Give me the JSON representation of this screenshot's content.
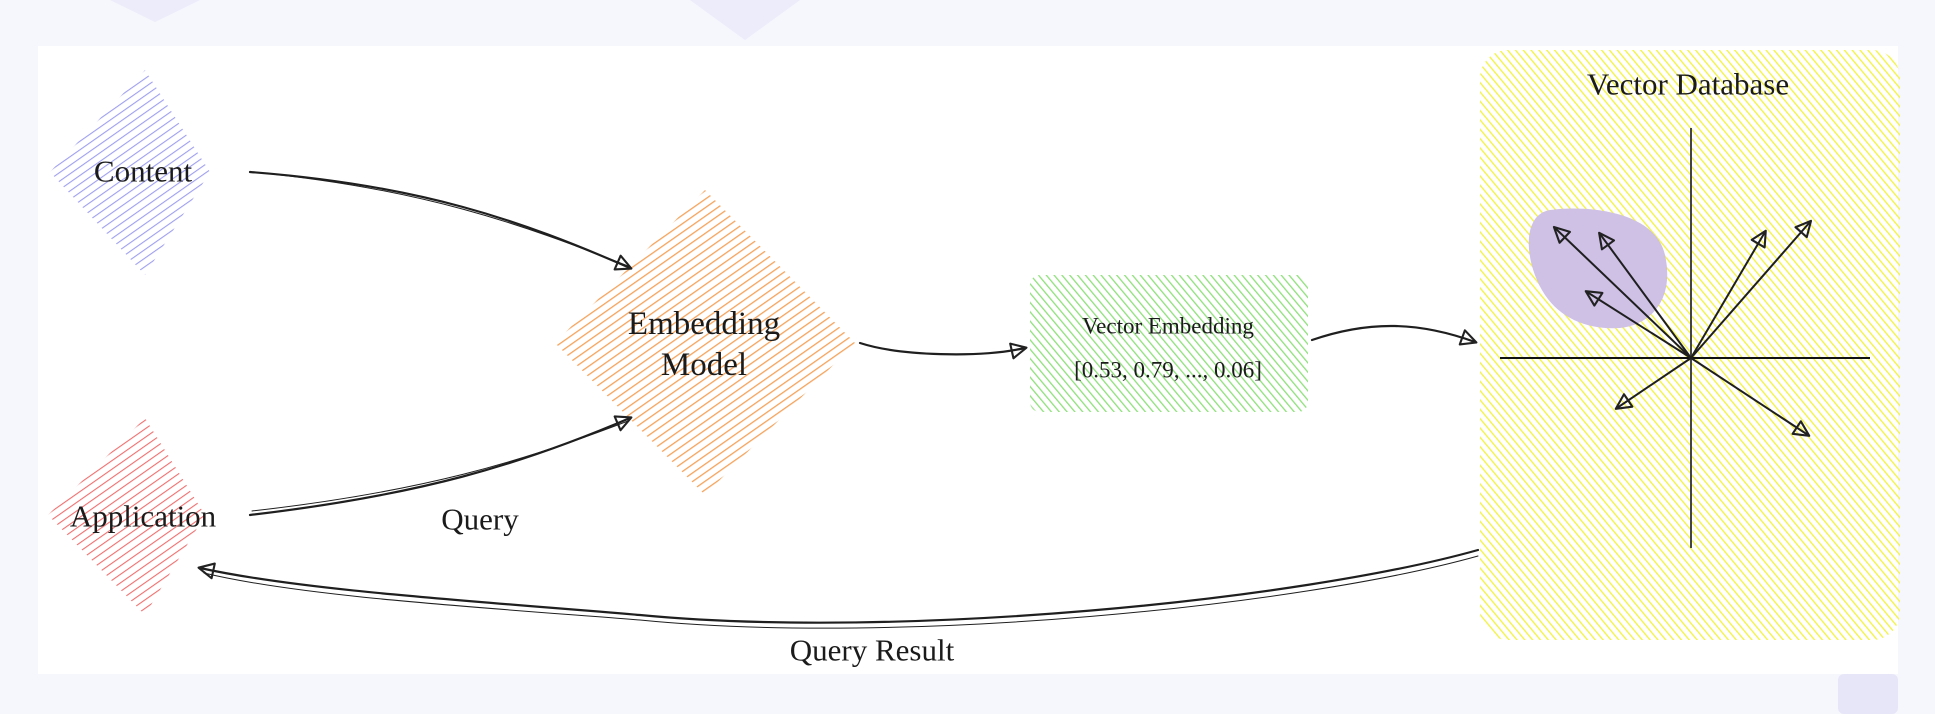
{
  "nodes": {
    "content": "Content",
    "embedding_model_line1": "Embedding",
    "embedding_model_line2": "Model",
    "application": "Application",
    "vector_embedding_title": "Vector Embedding",
    "vector_embedding_value": "[0.53, 0.79, ..., 0.06]",
    "vector_database": "Vector Database"
  },
  "edges": {
    "query": "Query",
    "query_result": "Query Result"
  },
  "colors": {
    "content": "#9f9ff0",
    "embedding_model": "#f5a35c",
    "application": "#ef6f6f",
    "vector_embedding": "#8ee07a",
    "vector_database": "#f3f34a",
    "cluster": "#cfc0e6",
    "ink": "#222222"
  }
}
